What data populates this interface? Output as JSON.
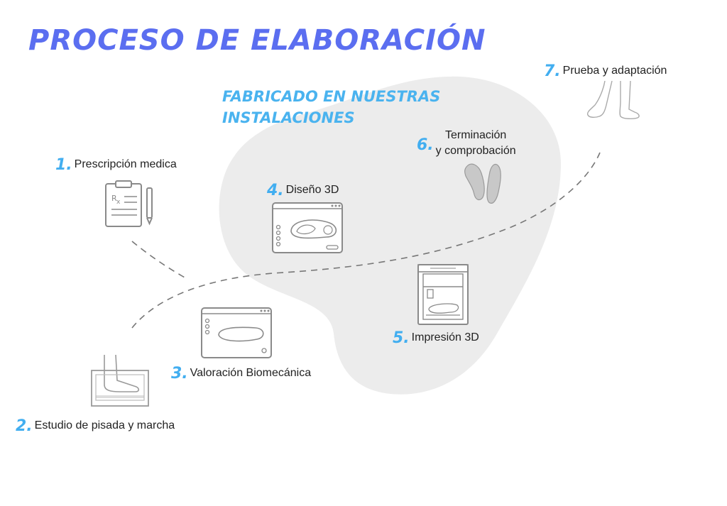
{
  "title": "PROCESO DE ELABORACIÓN",
  "subtitle": "FABRICADO EN NUESTRAS INSTALACIONES",
  "colors": {
    "title": "#5b6ef0",
    "accent": "#42aef0",
    "blob": "#ececec",
    "icon": "#8a8a8a"
  },
  "steps": [
    {
      "num": "1.",
      "label": "Prescripción  medica",
      "icon": "prescription-clipboard-icon"
    },
    {
      "num": "2.",
      "label": "Estudio de pisada y marcha",
      "icon": "foot-scanner-icon"
    },
    {
      "num": "3.",
      "label": "Valoración Biomecánica",
      "icon": "biomechanics-screen-icon"
    },
    {
      "num": "4.",
      "label": "Diseño 3D",
      "icon": "design-3d-screen-icon"
    },
    {
      "num": "5.",
      "label": "Impresión 3D",
      "icon": "3d-printer-icon"
    },
    {
      "num": "6.",
      "label_line1": "Terminación",
      "label_line2": "y comprobación",
      "icon": "insoles-icon"
    },
    {
      "num": "7.",
      "label": "Prueba y adaptación",
      "icon": "feet-walking-icon"
    }
  ]
}
